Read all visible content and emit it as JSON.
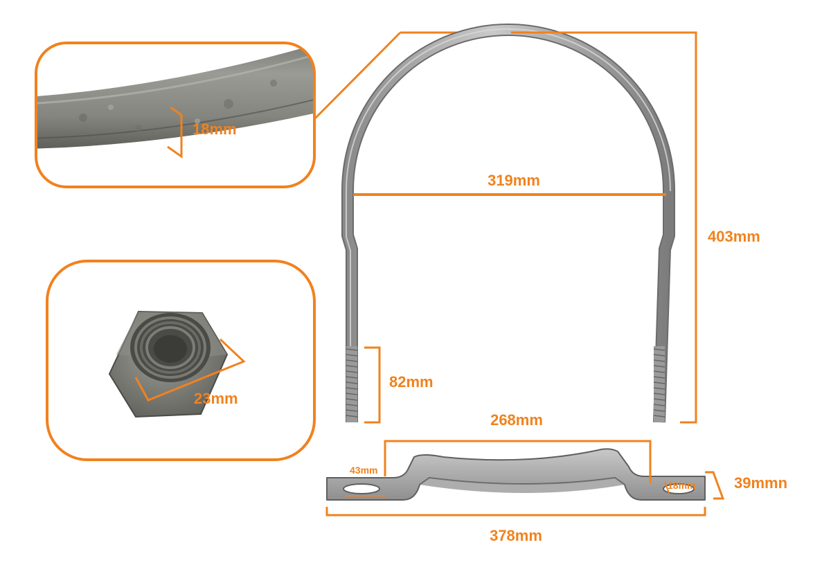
{
  "colors": {
    "accent": "#f0821e",
    "steel": "#a7a7a7",
    "steel_dark": "#6e6e6e",
    "galvanized": "#8b8b86",
    "background": "#ffffff"
  },
  "dimensions": {
    "rod_diameter": "18mm",
    "nut_size": "23mm",
    "inner_width": "319mm",
    "total_height": "403mm",
    "thread_length": "82mm",
    "saddle_inner_length": "268mm",
    "slot_length": "43mm",
    "slot_width": "18mm",
    "saddle_height": "39mmn",
    "saddle_total_length": "378mm"
  },
  "insets": {
    "rod_detail": {
      "icon": "rod-cross-section-zoom"
    },
    "nut_detail": {
      "icon": "hex-nut"
    }
  }
}
